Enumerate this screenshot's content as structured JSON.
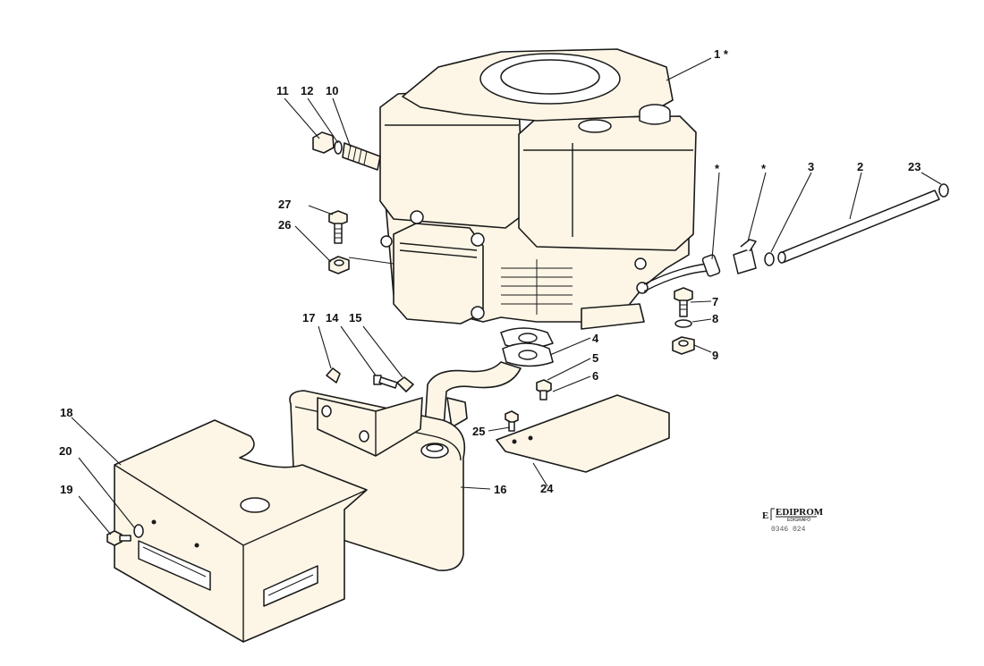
{
  "diagram": {
    "callouts": [
      "1 *",
      "2",
      "3",
      "*",
      "*",
      "4",
      "5",
      "6",
      "7",
      "8",
      "9",
      "10",
      "11",
      "12",
      "14",
      "15",
      "16",
      "17",
      "18",
      "19",
      "20",
      "23",
      "24",
      "25",
      "26",
      "27"
    ],
    "logo": {
      "mark": "E",
      "name": "EDIPROM",
      "sub": "EDIGRAFO",
      "code": "0346 024"
    },
    "colors": {
      "line": "#1a1a1a",
      "fill": "#fdf6e6",
      "paper": "#ffffff"
    }
  }
}
